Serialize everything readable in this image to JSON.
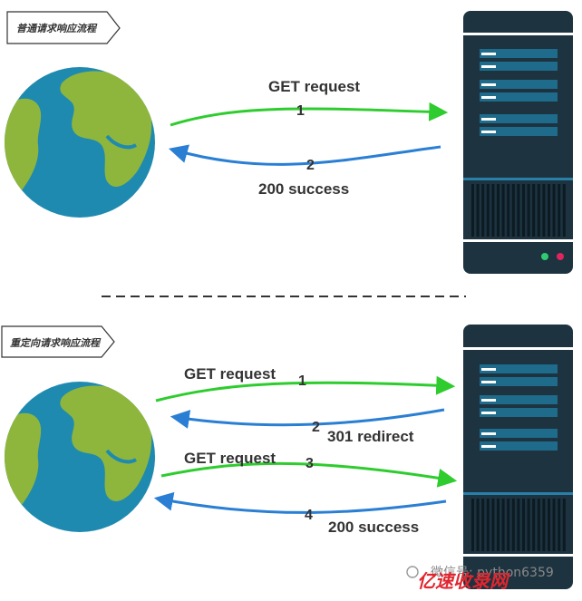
{
  "sections": [
    {
      "title": "普通请求响应流程",
      "arrows": [
        {
          "step": "1",
          "label": "GET request",
          "direction": "to-server",
          "color": "#2ecc2e"
        },
        {
          "step": "2",
          "label": "200 success",
          "direction": "to-client",
          "color": "#2a7fd4"
        }
      ]
    },
    {
      "title": "重定向请求响应流程",
      "arrows": [
        {
          "step": "1",
          "label": "GET request",
          "direction": "to-server",
          "color": "#2ecc2e"
        },
        {
          "step": "2",
          "label": "301 redirect",
          "direction": "to-client",
          "color": "#2a7fd4"
        },
        {
          "step": "3",
          "label": "GET request",
          "direction": "to-server",
          "color": "#2ecc2e"
        },
        {
          "step": "4",
          "label": "200 success",
          "direction": "to-client",
          "color": "#2a7fd4"
        }
      ]
    }
  ],
  "watermark": {
    "account": "微信号: python6359",
    "brand": "亿速收录网"
  },
  "colors": {
    "ocean": "#1f8ab0",
    "land": "#8fb63c",
    "server_body": "#1d3340",
    "server_slot": "#1e6b8c",
    "led_green": "#2ecc71",
    "led_red": "#e0245e",
    "divider": "#333333"
  }
}
